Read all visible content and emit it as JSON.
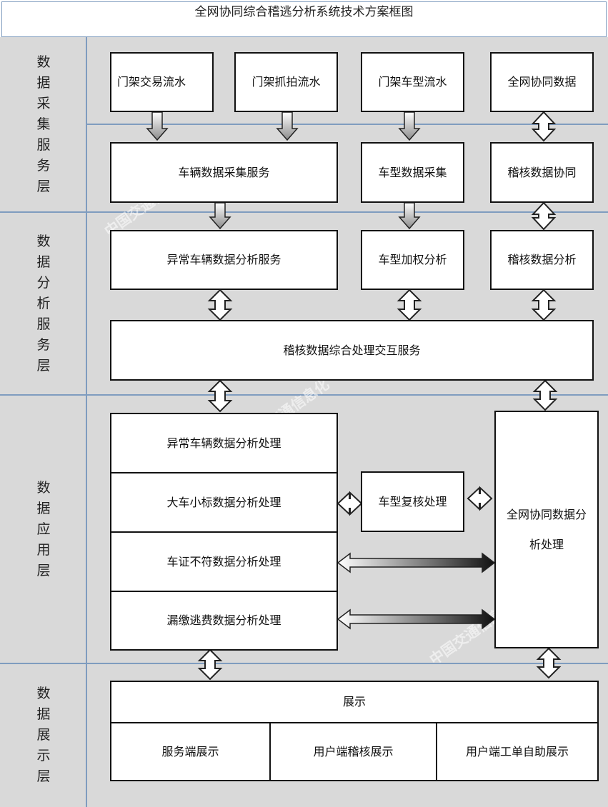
{
  "title": "全网协同综合稽逃分析系统技术方案框图",
  "layers": [
    {
      "id": "collect",
      "label": "数据采集服务层"
    },
    {
      "id": "analyze",
      "label": "数据分析服务层"
    },
    {
      "id": "apply",
      "label": "数据应用层"
    },
    {
      "id": "display",
      "label": "数据展示层"
    }
  ],
  "boxes": {
    "gantry_trade": "门架交易流水",
    "gantry_capture": "门架抓拍流水",
    "gantry_vehicle_type": "门架车型流水",
    "network_coop_data": "全网协同数据",
    "vehicle_data_collect": "车辆数据采集服务",
    "vehicle_type_collect": "车型数据采集",
    "audit_data_coop": "稽核数据协同",
    "abnormal_vehicle_analysis_service": "异常车辆数据分析服务",
    "vehicle_type_weighted": "车型加权分析",
    "audit_data_analysis": "稽核数据分析",
    "audit_integrated_service": "稽核数据综合处理交互服务",
    "abnormal_vehicle_processing": "异常车辆数据分析处理",
    "big_small_processing": "大车小标数据分析处理",
    "vehicle_type_recheck": "车型复核处理",
    "cert_mismatch_processing": "车证不符数据分析处理",
    "toll_evasion_processing": "漏缴逃费数据分析处理",
    "network_coop_processing": "全网协同数据分析处理",
    "display": "展示",
    "server_display": "服务端展示",
    "user_audit_display": "用户端稽核展示",
    "user_ticket_display": "用户端工单自助展示"
  },
  "watermark": "中国交通信息化"
}
